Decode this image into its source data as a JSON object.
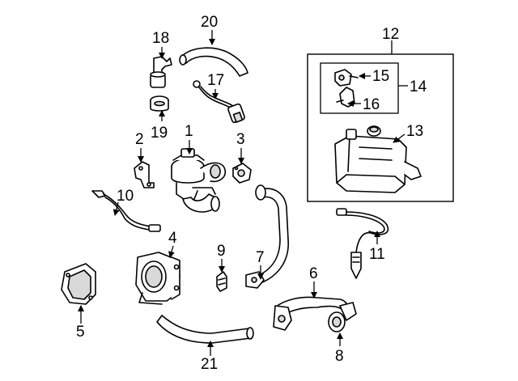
{
  "colors": {
    "line": "#000000",
    "fill": "#ffffff",
    "shade": "#d9d9d9",
    "background": "#ffffff"
  },
  "callouts": {
    "p1": "1",
    "p2": "2",
    "p3": "3",
    "p4": "4",
    "p5": "5",
    "p6": "6",
    "p7": "7",
    "p8": "8",
    "p9": "9",
    "p10": "10",
    "p11": "11",
    "p12": "12",
    "p13": "13",
    "p14": "14",
    "p15": "15",
    "p16": "16",
    "p17": "17",
    "p18": "18",
    "p19": "19",
    "p20": "20",
    "p21": "21"
  }
}
